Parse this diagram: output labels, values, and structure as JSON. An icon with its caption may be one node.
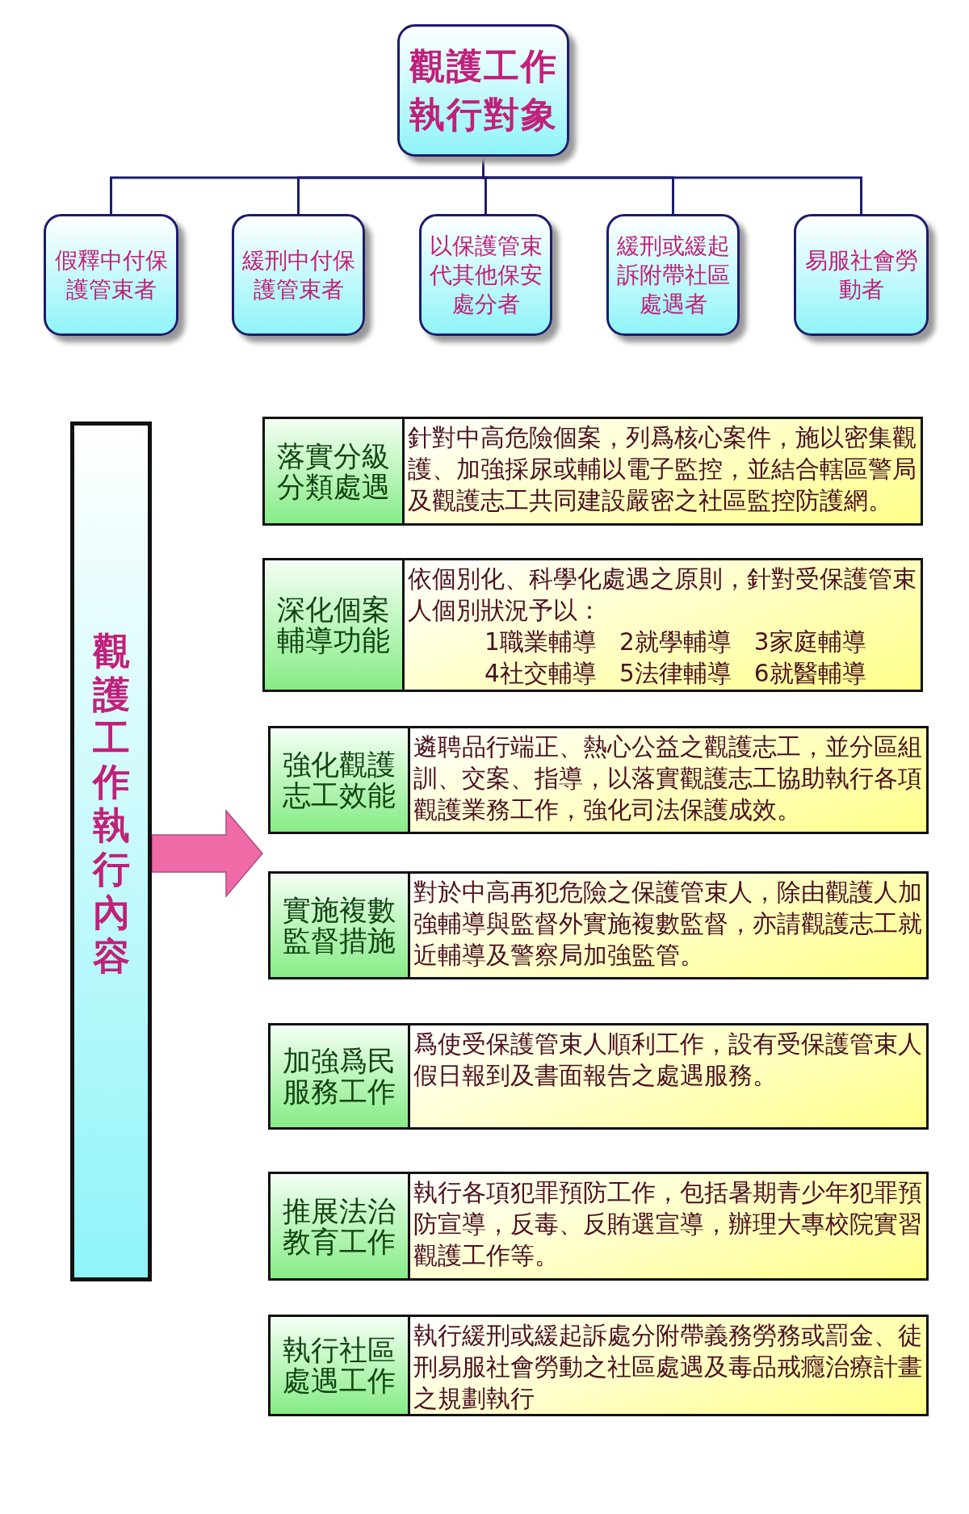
{
  "diagram": {
    "nodes": [
      {
        "text": [
          "觀護工作執行對象"
        ]
      },
      {
        "text": [
          "假釋中付保護管束者"
        ]
      },
      {
        "text": [
          "緩刑中付保護管束者"
        ]
      },
      {
        "text": [
          "以保護管束代其他保安處分者"
        ]
      },
      {
        "text": [
          "緩刑或緩起訴附帶社區處遇者"
        ]
      },
      {
        "text": [
          "易服社會勞動者"
        ]
      },
      {
        "text": [
          "觀護工作執行內容"
        ]
      },
      {
        "text": [
          "落實分級分類處遇"
        ]
      },
      {
        "text": [
          "針對中高危險個案，列爲核心案件，施以密集觀護、加強採尿或輔以電子監控，並結合轄區警局及觀護志工共同建設嚴密之社區監控防護網。"
        ]
      },
      {
        "text": [
          "深化個案輔導功能"
        ]
      },
      {
        "text": [
          "依個別化、科學化處遇之原則，針對受保護管束人個別狀況予以：",
          "1職業輔導 2就學輔導 3家庭輔導",
          "4社交輔導 5法律輔導 6就醫輔導"
        ]
      },
      {
        "text": [
          "強化觀護志工效能"
        ]
      },
      {
        "text": [
          "遴聘品行端正、熱心公益之觀護志工，並分區組訓、交案、指導，以落實觀護志工協助執行各項觀護業務工作，強化司法保護成效。"
        ]
      },
      {
        "text": [
          "實施複數監督措施"
        ]
      },
      {
        "text": [
          "對於中高再犯危險之保護管束人，除由觀護人加強輔導與監督外實施複數監督，亦請觀護志工就近輔導及警察局加強監管。"
        ]
      },
      {
        "text": [
          "加強爲民服務工作"
        ]
      },
      {
        "text": [
          "爲使受保護管束人順利工作，設有受保護管束人假日報到及書面報告之處遇服務。"
        ]
      },
      {
        "text": [
          "推展法治教育工作"
        ]
      },
      {
        "text": [
          "執行各項犯罪預防工作，包括暑期青少年犯罪預防宣導，反毒、反賄選宣導，辦理大專校院實習觀護工作等。"
        ]
      },
      {
        "text": [
          "執行社區處遇工作"
        ]
      },
      {
        "text": [
          "執行緩刑或緩起訴處分附帶義務勞務或罰金、徒刑易服社會勞動之社區處遇及毒品戒癮治療計畫之規劃執行"
        ]
      }
    ],
    "edges": [
      {
        "from": 0,
        "to": 1,
        "arrow": "none"
      },
      {
        "from": 0,
        "to": 2,
        "arrow": "none"
      },
      {
        "from": 0,
        "to": 3,
        "arrow": "none"
      },
      {
        "from": 0,
        "to": 4,
        "arrow": "none"
      },
      {
        "from": 0,
        "to": 5,
        "arrow": "none"
      },
      {
        "from": 6,
        "to": null,
        "arrow": "to"
      }
    ]
  }
}
